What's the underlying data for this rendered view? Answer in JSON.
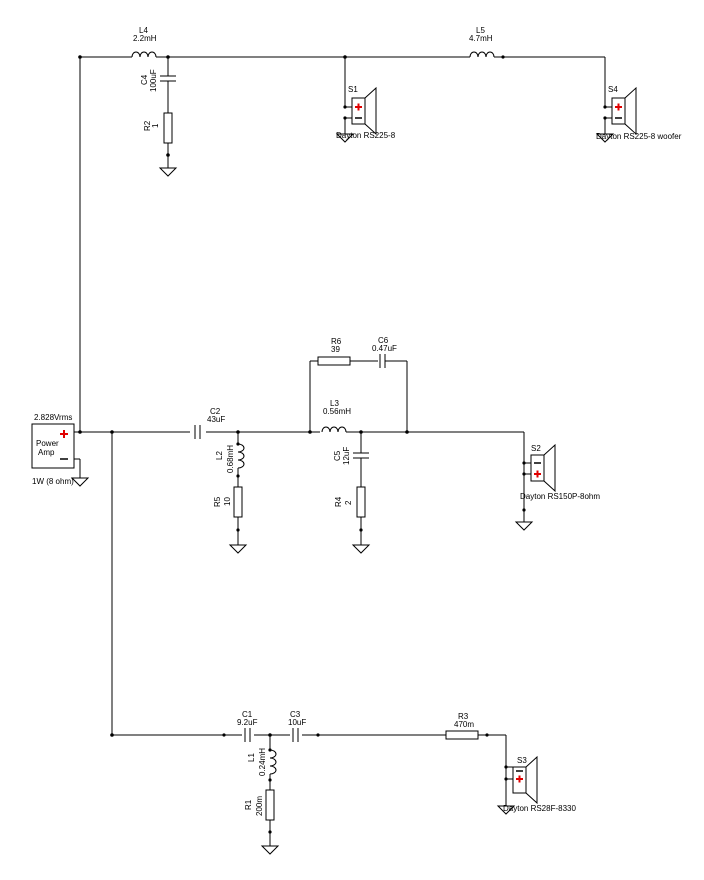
{
  "colors": {
    "wire": "#000000",
    "polarity_plus": "#e00000",
    "background": "#ffffff"
  },
  "source": {
    "voltage": "2.828Vrms",
    "name_line1": "Power",
    "name_line2": "Amp",
    "rating": "1W (8 ohm)"
  },
  "components": {
    "L4": {
      "ref": "L4",
      "value": "2.2mH"
    },
    "C4": {
      "ref": "C4",
      "value": "100uF"
    },
    "R2": {
      "ref": "R2",
      "value": "1"
    },
    "L5": {
      "ref": "L5",
      "value": "4.7mH"
    },
    "S1": {
      "ref": "S1",
      "model": "Dayton RS225-8"
    },
    "S4": {
      "ref": "S4",
      "model": "Dayton RS225-8 woofer"
    },
    "R6": {
      "ref": "R6",
      "value": "39"
    },
    "C6": {
      "ref": "C6",
      "value": "0.47uF"
    },
    "C2": {
      "ref": "C2",
      "value": "43uF"
    },
    "L2": {
      "ref": "L2",
      "value": "0.68mH"
    },
    "R5": {
      "ref": "R5",
      "value": "10"
    },
    "L3": {
      "ref": "L3",
      "value": "0.56mH"
    },
    "C5": {
      "ref": "C5",
      "value": "12uF"
    },
    "R4": {
      "ref": "R4",
      "value": "2"
    },
    "S2": {
      "ref": "S2",
      "model": "Dayton RS150P-8ohm"
    },
    "C1": {
      "ref": "C1",
      "value": "9.2uF"
    },
    "C3": {
      "ref": "C3",
      "value": "10uF"
    },
    "L1": {
      "ref": "L1",
      "value": "0.24mH"
    },
    "R1": {
      "ref": "R1",
      "value": "200m"
    },
    "R3": {
      "ref": "R3",
      "value": "470m"
    },
    "S3": {
      "ref": "S3",
      "model": "Dayton RS28F-8330"
    }
  }
}
